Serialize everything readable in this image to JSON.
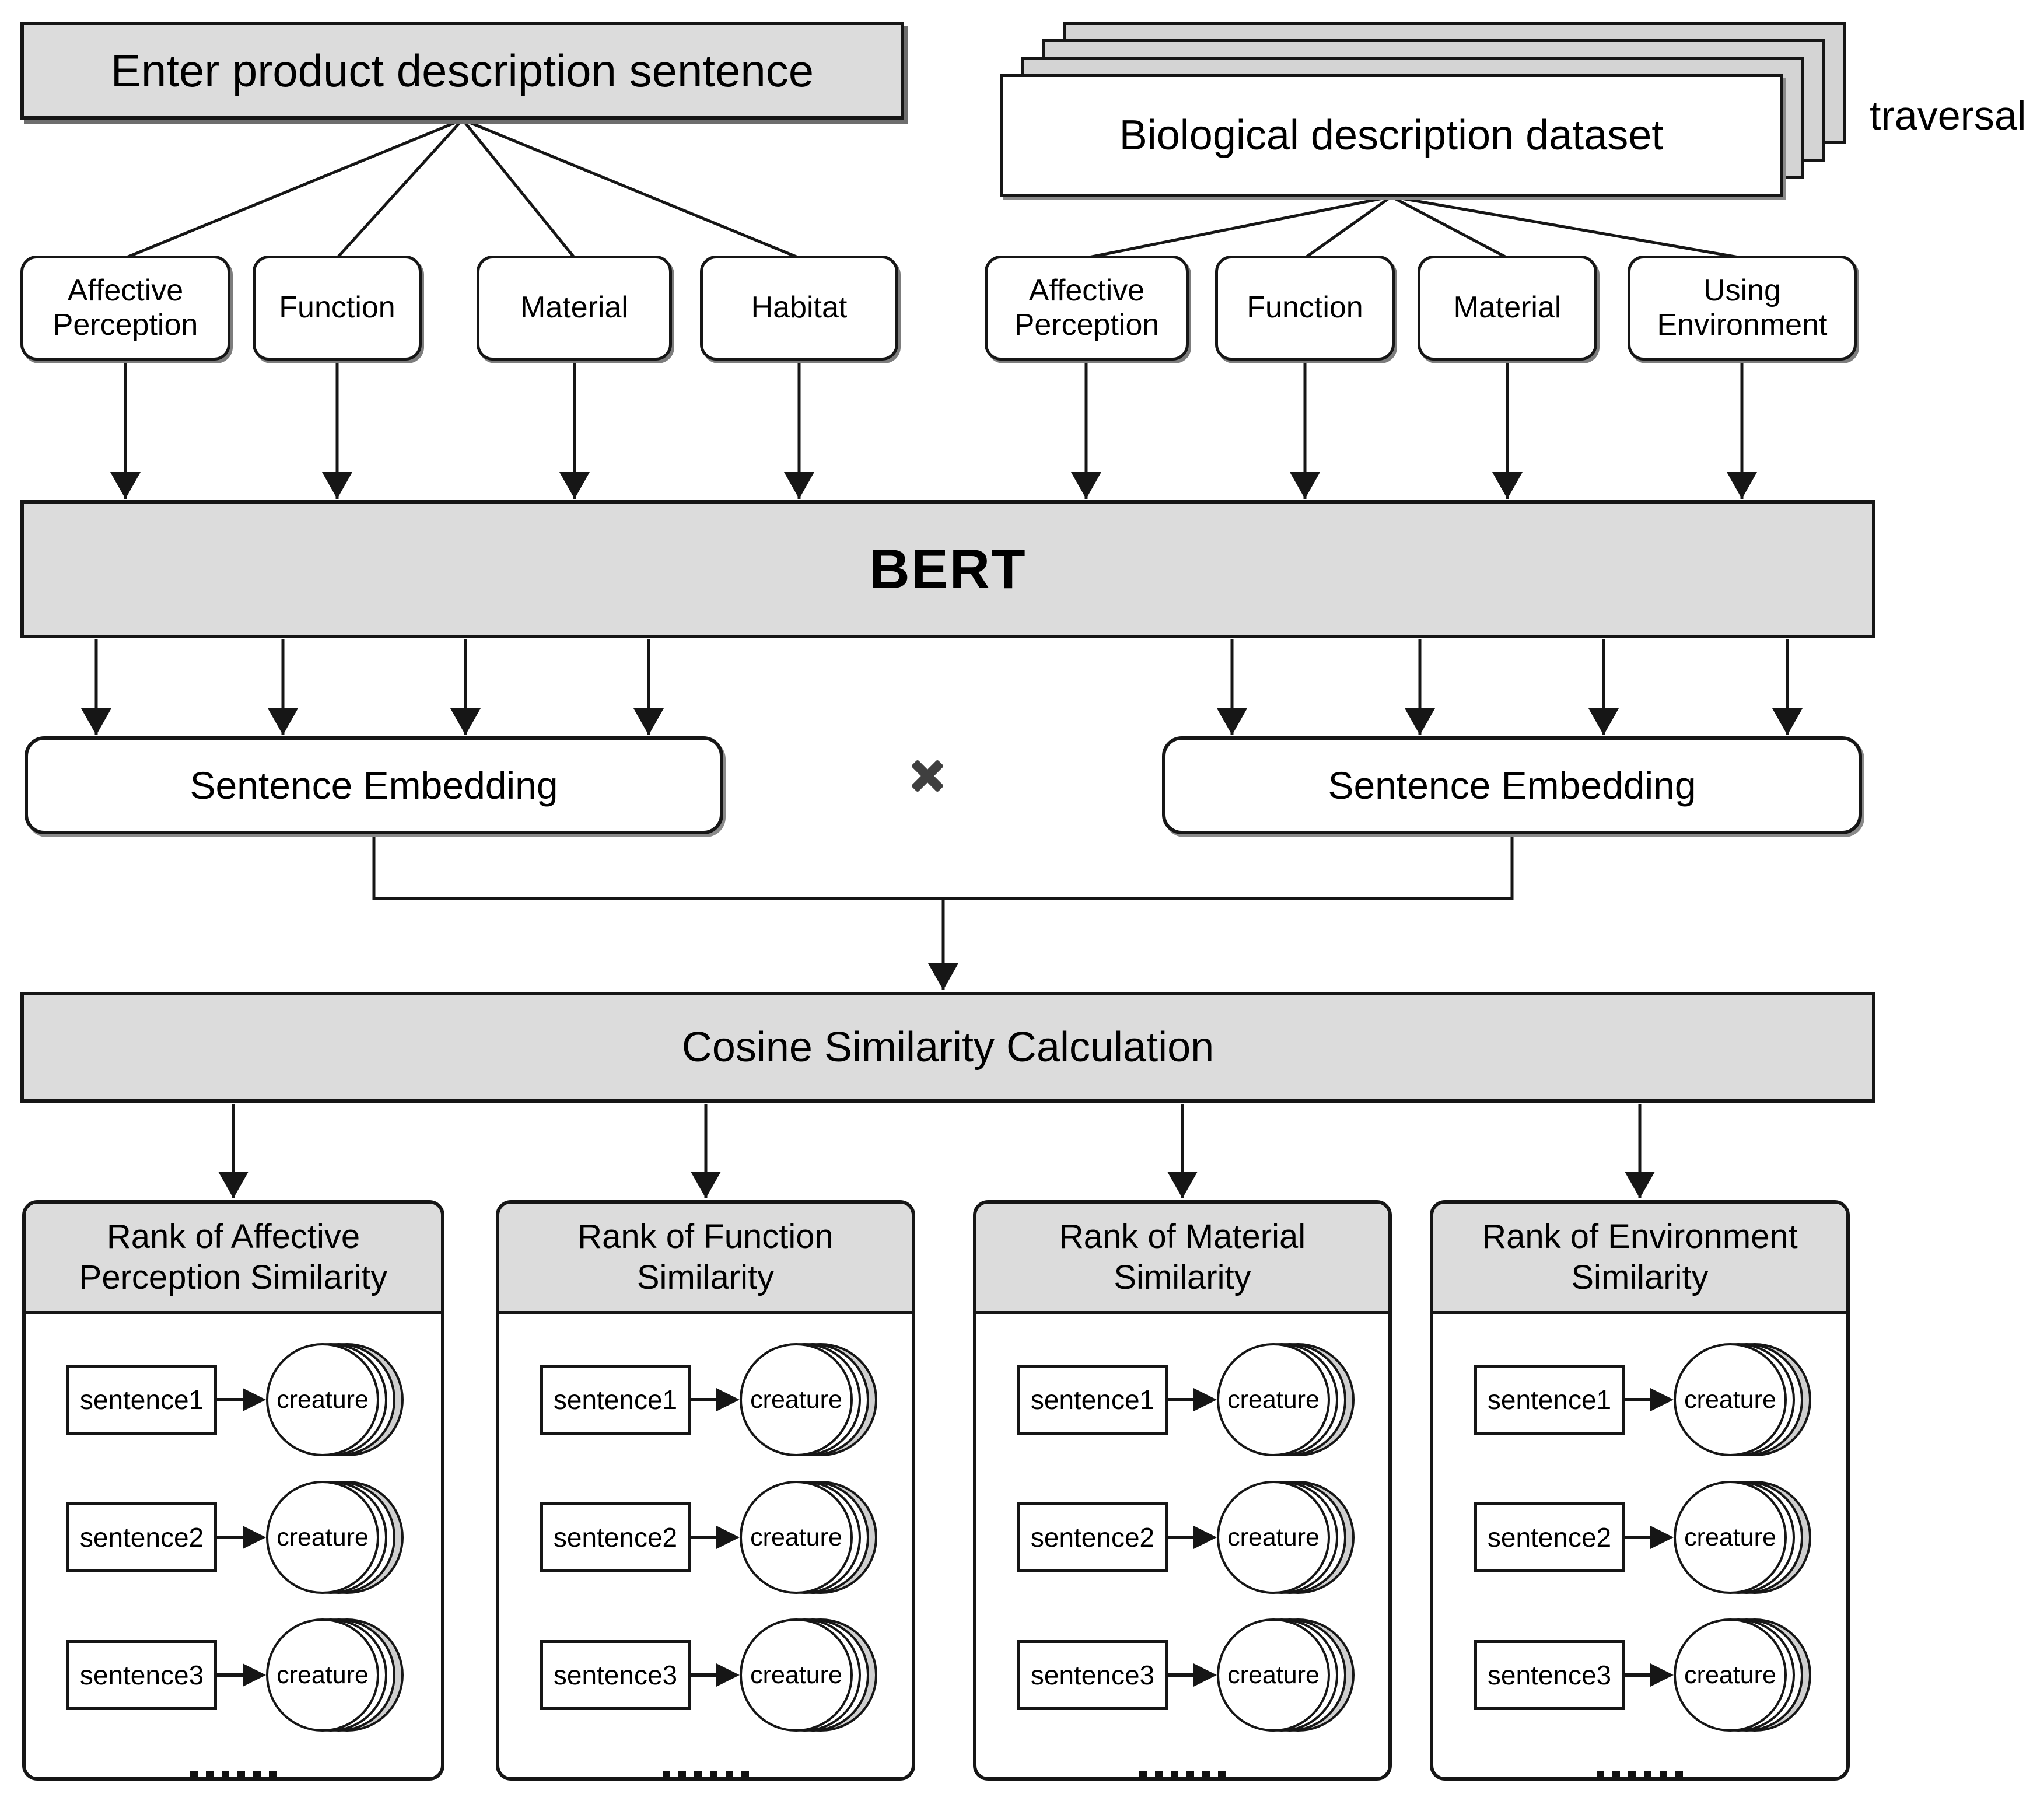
{
  "flow": {
    "product_input": "Enter product description sentence",
    "dataset": "Biological description dataset",
    "dataset_note": "traversal",
    "product_categories": [
      "Affective Perception",
      "Function",
      "Material",
      "Habitat"
    ],
    "dataset_categories": [
      "Affective Perception",
      "Function",
      "Material",
      "Using Environment"
    ],
    "encoder": "BERT",
    "product_embedding": "Sentence Embedding",
    "dataset_embedding": "Sentence Embedding",
    "multiply_icon": "✖",
    "similarity": "Cosine Similarity Calculation",
    "rank_panels": [
      {
        "title": "Rank of Affective Perception Similarity",
        "rows": [
          {
            "sentence": "sentence1",
            "result": "creature"
          },
          {
            "sentence": "sentence2",
            "result": "creature"
          },
          {
            "sentence": "sentence3",
            "result": "creature"
          }
        ],
        "more": "......"
      },
      {
        "title": "Rank of Function Similarity",
        "rows": [
          {
            "sentence": "sentence1",
            "result": "creature"
          },
          {
            "sentence": "sentence2",
            "result": "creature"
          },
          {
            "sentence": "sentence3",
            "result": "creature"
          }
        ],
        "more": "......"
      },
      {
        "title": "Rank of Material Similarity",
        "rows": [
          {
            "sentence": "sentence1",
            "result": "creature"
          },
          {
            "sentence": "sentence2",
            "result": "creature"
          },
          {
            "sentence": "sentence3",
            "result": "creature"
          }
        ],
        "more": "......"
      },
      {
        "title": "Rank of Environment Similarity",
        "rows": [
          {
            "sentence": "sentence1",
            "result": "creature"
          },
          {
            "sentence": "sentence2",
            "result": "creature"
          },
          {
            "sentence": "sentence3",
            "result": "creature"
          }
        ],
        "more": "......"
      }
    ]
  },
  "colors": {
    "box_fill_gray": "#dcdcdc",
    "stack_back_gray": "#d4d4d4",
    "creature_back_gray": "#cfcfcf",
    "line_black": "#161616",
    "multiply_gray": "#3f3f3f"
  }
}
